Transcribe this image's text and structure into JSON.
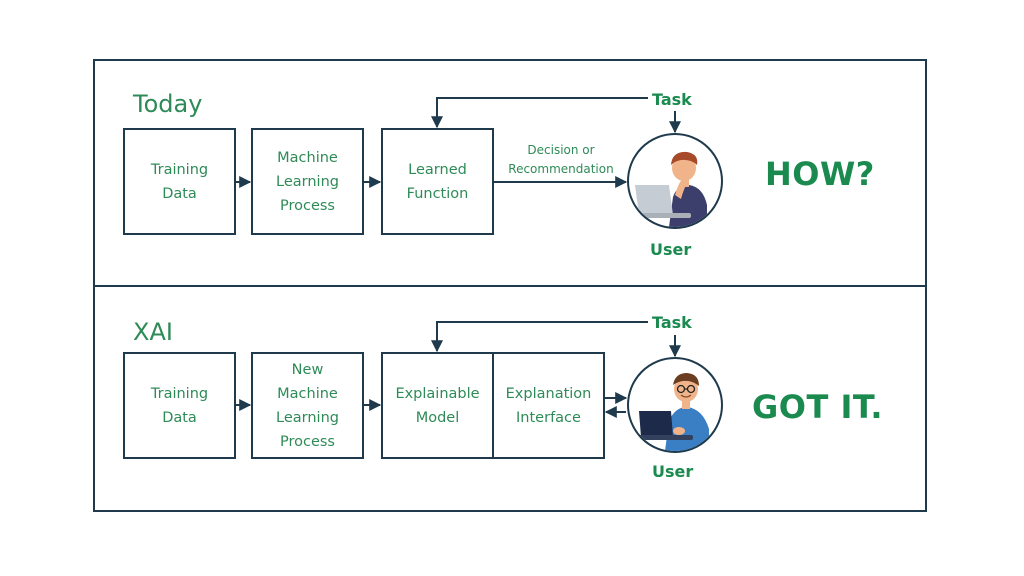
{
  "today": {
    "title": "Today",
    "boxes": [
      "Training\nData",
      "Machine\nLearning\nProcess",
      "Learned\nFunction"
    ],
    "decision_label": "Decision or\nRecommendation",
    "task_label": "Task",
    "user_label": "User",
    "reaction": "HOW?"
  },
  "xai": {
    "title": "XAI",
    "boxes": [
      "Training\nData",
      "New\nMachine\nLearning\nProcess",
      "Explainable\nModel",
      "Explanation\nInterface"
    ],
    "task_label": "Task",
    "user_label": "User",
    "reaction": "GOT IT."
  },
  "colors": {
    "accent": "#2e8b57",
    "line": "#1e3a4c"
  },
  "icons": {
    "today_user": "confused-user-icon",
    "xai_user": "happy-user-icon"
  }
}
